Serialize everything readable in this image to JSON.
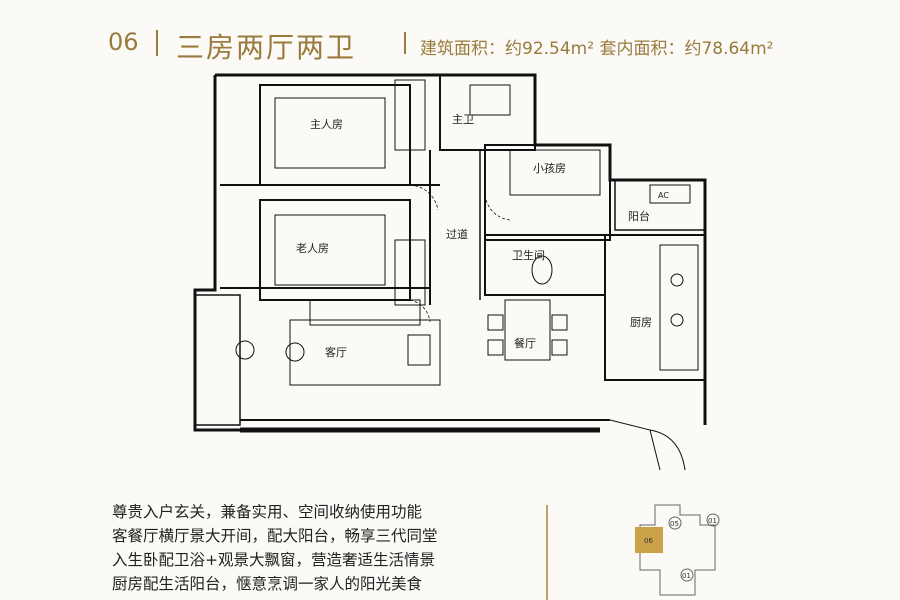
{
  "header": {
    "unit_no": "06",
    "unit_type": "三房两厅两卫",
    "area_text": "建筑面积：约92.54m²   套内面积：约78.64m²"
  },
  "rooms": {
    "master_bedroom": "主人房",
    "master_bath": "主卫",
    "child_room": "小孩房",
    "corridor": "过道",
    "elder_room": "老人房",
    "bathroom": "卫生间",
    "balcony": "阳台",
    "living_room": "客厅",
    "dining_room": "餐厅",
    "kitchen": "厨房",
    "ac": "AC"
  },
  "description": [
    "尊贵入户玄关，兼备实用、空间收纳使用功能",
    "客餐厅横厅景大开间，配大阳台，畅享三代同堂",
    "入生卧配卫浴+观景大飘窗，营造奢适生活情景",
    "厨房配生活阳台，惬意烹调一家人的阳光美食"
  ],
  "keyplan": {
    "labels": [
      "05",
      "01",
      "06",
      "01"
    ],
    "highlight_color": "#c9a24a"
  },
  "colors": {
    "accent": "#9a7b3d",
    "wall": "#111111"
  }
}
